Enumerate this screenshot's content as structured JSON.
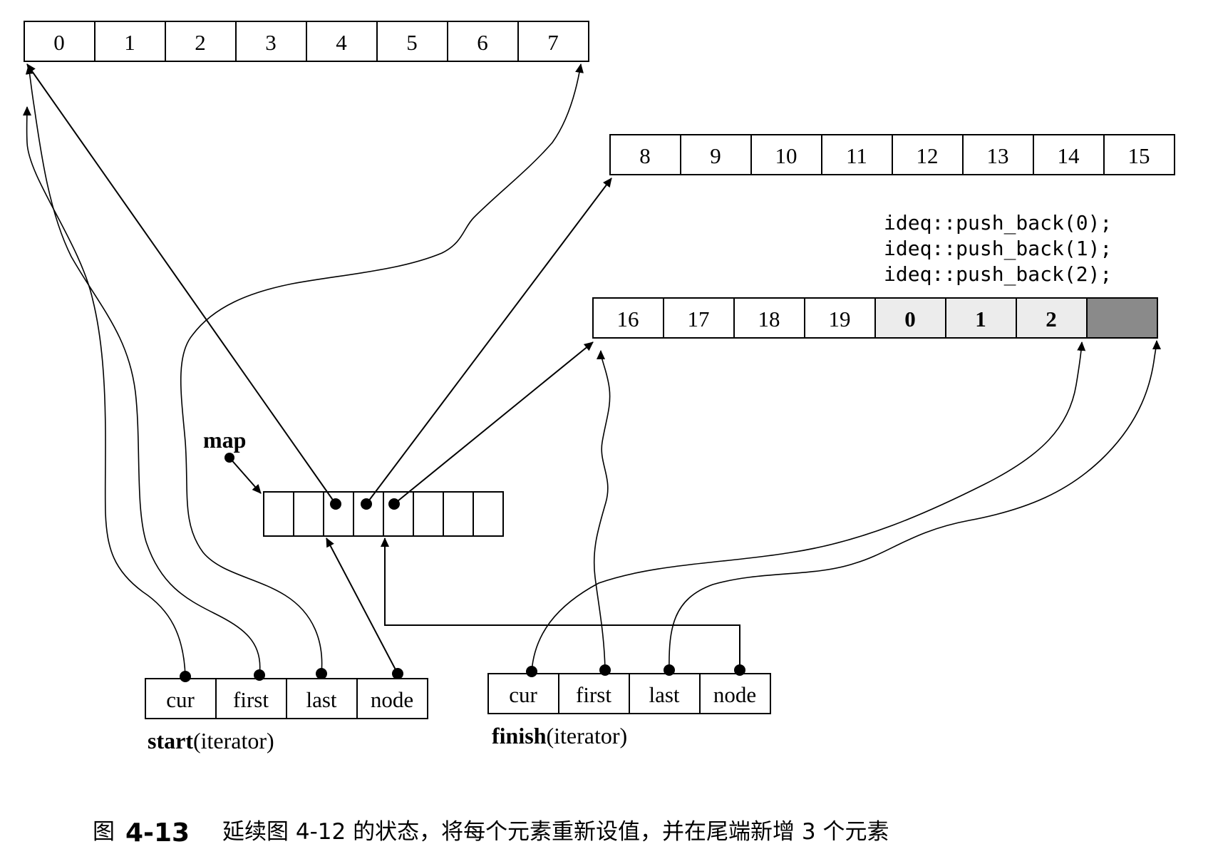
{
  "buffers": [
    {
      "labels": [
        "0",
        "1",
        "2",
        "3",
        "4",
        "5",
        "6",
        "7"
      ]
    },
    {
      "labels": [
        "8",
        "9",
        "10",
        "11",
        "12",
        "13",
        "14",
        "15"
      ]
    },
    {
      "labels": [
        "16",
        "17",
        "18",
        "19",
        "0",
        "1",
        "2",
        ""
      ]
    }
  ],
  "code_lines": [
    "ideq::push_back(0);",
    "ideq::push_back(1);",
    "ideq::push_back(2);"
  ],
  "map_label": "map",
  "start_iterator": {
    "name": "start",
    "suffix": "(iterator)",
    "fields": [
      "cur",
      "first",
      "last",
      "node"
    ]
  },
  "finish_iterator": {
    "name": "finish",
    "suffix": "(iterator)",
    "fields": [
      "cur",
      "first",
      "last",
      "node"
    ]
  },
  "caption": {
    "prefix": "图",
    "number": "4-13",
    "text": "延续图 4-12 的状态，将每个元素重新设值，并在尾端新增 3 个元素"
  }
}
